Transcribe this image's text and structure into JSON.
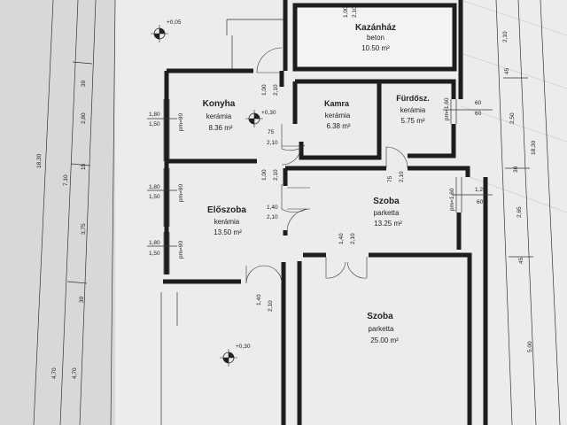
{
  "rooms": {
    "kazanhaz": {
      "name": "Kazánház",
      "material": "beton",
      "area": "10.50 m²"
    },
    "konyha": {
      "name": "Konyha",
      "material": "kerámia",
      "area": "8.36 m²"
    },
    "kamra": {
      "name": "Kamra",
      "material": "kerámia",
      "area": "6.38 m²"
    },
    "furdo": {
      "name": "Fürdősz.",
      "material": "kerámia",
      "area": "5.75 m²"
    },
    "eloszoba": {
      "name": "Előszoba",
      "material": "kerámia",
      "area": "13.50 m²"
    },
    "szoba1": {
      "name": "Szoba",
      "material": "parketta",
      "area": "13.25 m²"
    },
    "szoba2": {
      "name": "Szoba",
      "material": "parketta",
      "area": "25.00 m²"
    }
  },
  "levels": {
    "top": "+0,05",
    "konyha": "+0,30",
    "bottom": "+0,30"
  },
  "openings": {
    "kazan_door_w": "1,00",
    "kazan_door_h": "2,10",
    "konyha_door_w": "1,00",
    "konyha_door_h": "2,10",
    "kamra_door_w": "75",
    "kamra_door_h": "2,10",
    "kitchen2_door_w": "1,00",
    "kitchen2_door_h": "2,10",
    "furdo_door_w": "75",
    "furdo_door_h": "2,10",
    "hall_double_w": "1,40",
    "hall_double_h": "2,10",
    "szoba_double_w": "1,40",
    "szoba_double_h": "2,10",
    "entry_w": "1,40",
    "entry_h": "2,10",
    "win1_w": "1,80",
    "win1_h": "1,50",
    "win1_pm": "pm=90",
    "win2_w": "1,80",
    "win2_h": "1,50",
    "win2_pm": "pm=90",
    "win3_w": "1,80",
    "win3_h": "1,50",
    "win3_pm": "pm=90",
    "win_f_w": "60",
    "win_f_h": "60",
    "win_f_pm": "pm=1,60",
    "win_s_w": "1,20",
    "win_s_h": "60",
    "win_s_pm": "pm=1,60"
  },
  "dims_left": {
    "overall": "18,30",
    "seg1": "7,10",
    "seg2": "3,75",
    "seg3": "4,70",
    "seg4": "4,70",
    "a": "30",
    "b": "2,80",
    "c": "15",
    "d": "30"
  },
  "dims_right": {
    "overall": "18,30",
    "a": "2,10",
    "b": "45",
    "c": "2,50",
    "d": "30",
    "e": "2,65",
    "f": "45",
    "g": "5,00"
  }
}
